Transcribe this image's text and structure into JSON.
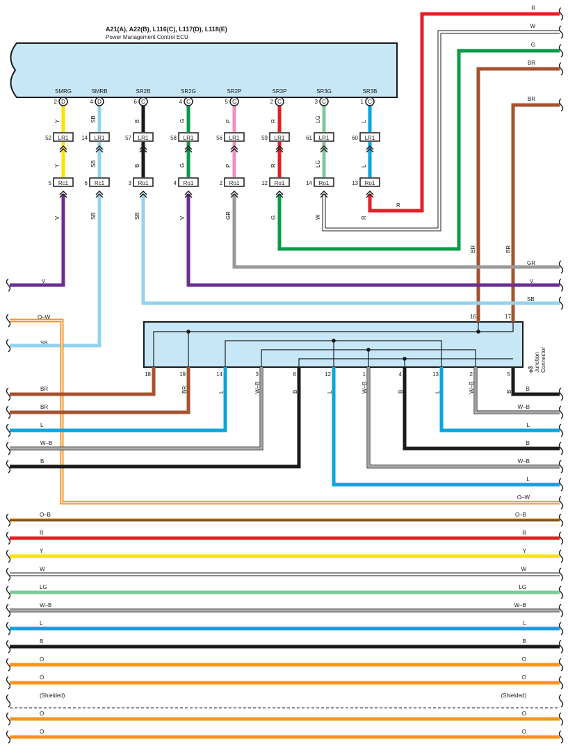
{
  "ecu": {
    "title": "A21(A), A22(B), L116(C), L117(D), L118(E)",
    "subtitle": "Power Management Control ECU",
    "fill": "#c7e7f7"
  },
  "junction": {
    "id": "o3",
    "label1": "Junction",
    "label2": "Connector"
  },
  "colors": {
    "V": "#6a2d91",
    "SB": "#93d2ef",
    "B": "#1a1a1a",
    "G": "#0a9a48",
    "GR": "#9a9a9a",
    "R": "#e41e26",
    "BR": "#a5522f",
    "L": "#0aa4e0",
    "Y": "#fde200",
    "LG": "#80c89a",
    "P": "#f08fbf",
    "O": "#f7941d",
    "W": "#ffffff"
  },
  "pins": [
    {
      "name": "SMRG",
      "ecu_pin": "2",
      "ecu_conn": "D",
      "wire_top": "Y",
      "lr_pin": "52",
      "lr": "LR1",
      "wire_mid": "Y",
      "ro_pin": "5",
      "ro": "Rc1",
      "wire_bot": "V"
    },
    {
      "name": "SMRB",
      "ecu_pin": "4",
      "ecu_conn": "D",
      "wire_top": "SB",
      "lr_pin": "14",
      "lr": "LR1",
      "wire_mid": "SB",
      "ro_pin": "6",
      "ro": "Rc1",
      "wire_bot": "SB"
    },
    {
      "name": "SR2B",
      "ecu_pin": "6",
      "ecu_conn": "C",
      "wire_top": "B",
      "lr_pin": "57",
      "lr": "LR1",
      "wire_mid": "B",
      "ro_pin": "3",
      "ro": "Ro1",
      "wire_bot": "SB"
    },
    {
      "name": "SR2G",
      "ecu_pin": "4",
      "ecu_conn": "C",
      "wire_top": "G",
      "lr_pin": "58",
      "lr": "LR1",
      "wire_mid": "G",
      "ro_pin": "4",
      "ro": "Ro1",
      "wire_bot": "V"
    },
    {
      "name": "SR2P",
      "ecu_pin": "5",
      "ecu_conn": "C",
      "wire_top": "P",
      "lr_pin": "56",
      "lr": "LR1",
      "wire_mid": "P",
      "ro_pin": "2",
      "ro": "Ro1",
      "wire_bot": "GR"
    },
    {
      "name": "SR3P",
      "ecu_pin": "2",
      "ecu_conn": "C",
      "wire_top": "R",
      "lr_pin": "59",
      "lr": "LR1",
      "wire_mid": "R",
      "ro_pin": "12",
      "ro": "Ro1",
      "wire_bot": "G"
    },
    {
      "name": "SR3G",
      "ecu_pin": "3",
      "ecu_conn": "C",
      "wire_top": "LG",
      "lr_pin": "61",
      "lr": "LR1",
      "wire_mid": "LG",
      "ro_pin": "14",
      "ro": "Ro1",
      "wire_bot": "W"
    },
    {
      "name": "SR3B",
      "ecu_pin": "1",
      "ecu_conn": "C",
      "wire_top": "L",
      "lr_pin": "60",
      "lr": "LR1",
      "wire_mid": "L",
      "ro_pin": "13",
      "ro": "Ro1",
      "wire_bot": "R"
    }
  ],
  "top_right_wires": [
    {
      "label": "R"
    },
    {
      "label": "W"
    },
    {
      "label": "G"
    },
    {
      "label": "BR"
    },
    {
      "label": "BR"
    }
  ],
  "mid_right_labels": {
    "gr": "GR",
    "v": "V",
    "sb": "SB",
    "br1": "BR",
    "br2": "BR"
  },
  "left_labels": {
    "v": "V",
    "ow": "O–W",
    "sb": "SB"
  },
  "jc_top_pins": {
    "p16": "16",
    "p17": "17"
  },
  "jc_bottom_pins": [
    {
      "pin": "18",
      "color": "BR",
      "label": "BR"
    },
    {
      "pin": "19",
      "color": "BR",
      "label": "BR"
    },
    {
      "pin": "14",
      "color": "L",
      "label": "L"
    },
    {
      "pin": "3",
      "color": "W-B",
      "label": "W–B"
    },
    {
      "pin": "6",
      "color": "B",
      "label": "B"
    },
    {
      "pin": "12",
      "color": "L",
      "label": "L"
    },
    {
      "pin": "1",
      "color": "W-B",
      "label": "W–B"
    },
    {
      "pin": "4",
      "color": "B",
      "label": "B"
    },
    {
      "pin": "13",
      "color": "L",
      "label": "L"
    },
    {
      "pin": "2",
      "color": "W-B",
      "label": "W–B"
    },
    {
      "pin": "5",
      "color": "B",
      "label": "B"
    }
  ],
  "left_bus": [
    {
      "label": "BR",
      "color": "BR"
    },
    {
      "label": "BR",
      "color": "BR"
    },
    {
      "label": "L",
      "color": "L"
    },
    {
      "label": "W–B",
      "color": "W-B"
    },
    {
      "label": "B",
      "color": "B"
    }
  ],
  "right_bus": [
    {
      "label": "B",
      "color": "B"
    },
    {
      "label": "W–B",
      "color": "W-B"
    },
    {
      "label": "L",
      "color": "L"
    },
    {
      "label": "B",
      "color": "B"
    },
    {
      "label": "W–B",
      "color": "W-B"
    },
    {
      "label": "L",
      "color": "L"
    },
    {
      "label": "O–W",
      "color": "O-W"
    }
  ],
  "through_wires": [
    {
      "left": "O–B",
      "right": "O–B",
      "color": "O-B"
    },
    {
      "left": "R",
      "right": "R",
      "color": "R"
    },
    {
      "left": "Y",
      "right": "Y",
      "color": "Y"
    },
    {
      "left": "W",
      "right": "W",
      "color": "W"
    },
    {
      "left": "LG",
      "right": "LG",
      "color": "LG"
    },
    {
      "left": "W–B",
      "right": "W–B",
      "color": "W-B"
    },
    {
      "left": "L",
      "right": "L",
      "color": "L"
    },
    {
      "left": "B",
      "right": "B",
      "color": "B"
    },
    {
      "left": "O",
      "right": "O",
      "color": "O"
    },
    {
      "left": "O",
      "right": "O",
      "color": "O"
    },
    {
      "left": "(Shielded)",
      "right": "(Shielded)",
      "color": "SHIELD"
    },
    {
      "left": "O",
      "right": "O",
      "color": "O"
    },
    {
      "left": "O",
      "right": "O",
      "color": "O"
    }
  ]
}
